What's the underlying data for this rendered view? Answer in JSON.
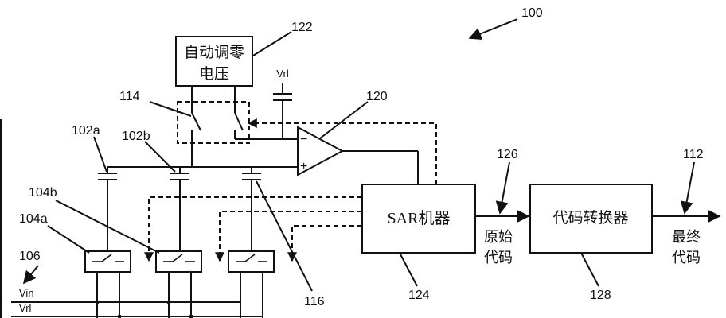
{
  "labels": {
    "system": "100",
    "auto_zero_ref": "122",
    "switch_block_ref": "114",
    "comparator_ref": "120",
    "cap_a_ref": "102a",
    "cap_b_ref": "102b",
    "switch_b_ref": "104b",
    "switch_a_ref": "104a",
    "input_ref": "106",
    "cap_third_ref": "116",
    "sar_ref": "124",
    "raw_code_ref": "126",
    "converter_ref": "128",
    "final_code_ref": "112"
  },
  "blocks": {
    "auto_zero_line1": "自动调零",
    "auto_zero_line2": "电压",
    "sar": "SAR机器",
    "converter": "代码转换器"
  },
  "signals": {
    "vrl_top": "Vrl",
    "vin": "Vin",
    "vrl": "Vrl",
    "minus": "−",
    "plus": "+"
  },
  "outputs": {
    "raw_code_line1": "原始",
    "raw_code_line2": "代码",
    "final_code_line1": "最终",
    "final_code_line2": "代码"
  }
}
